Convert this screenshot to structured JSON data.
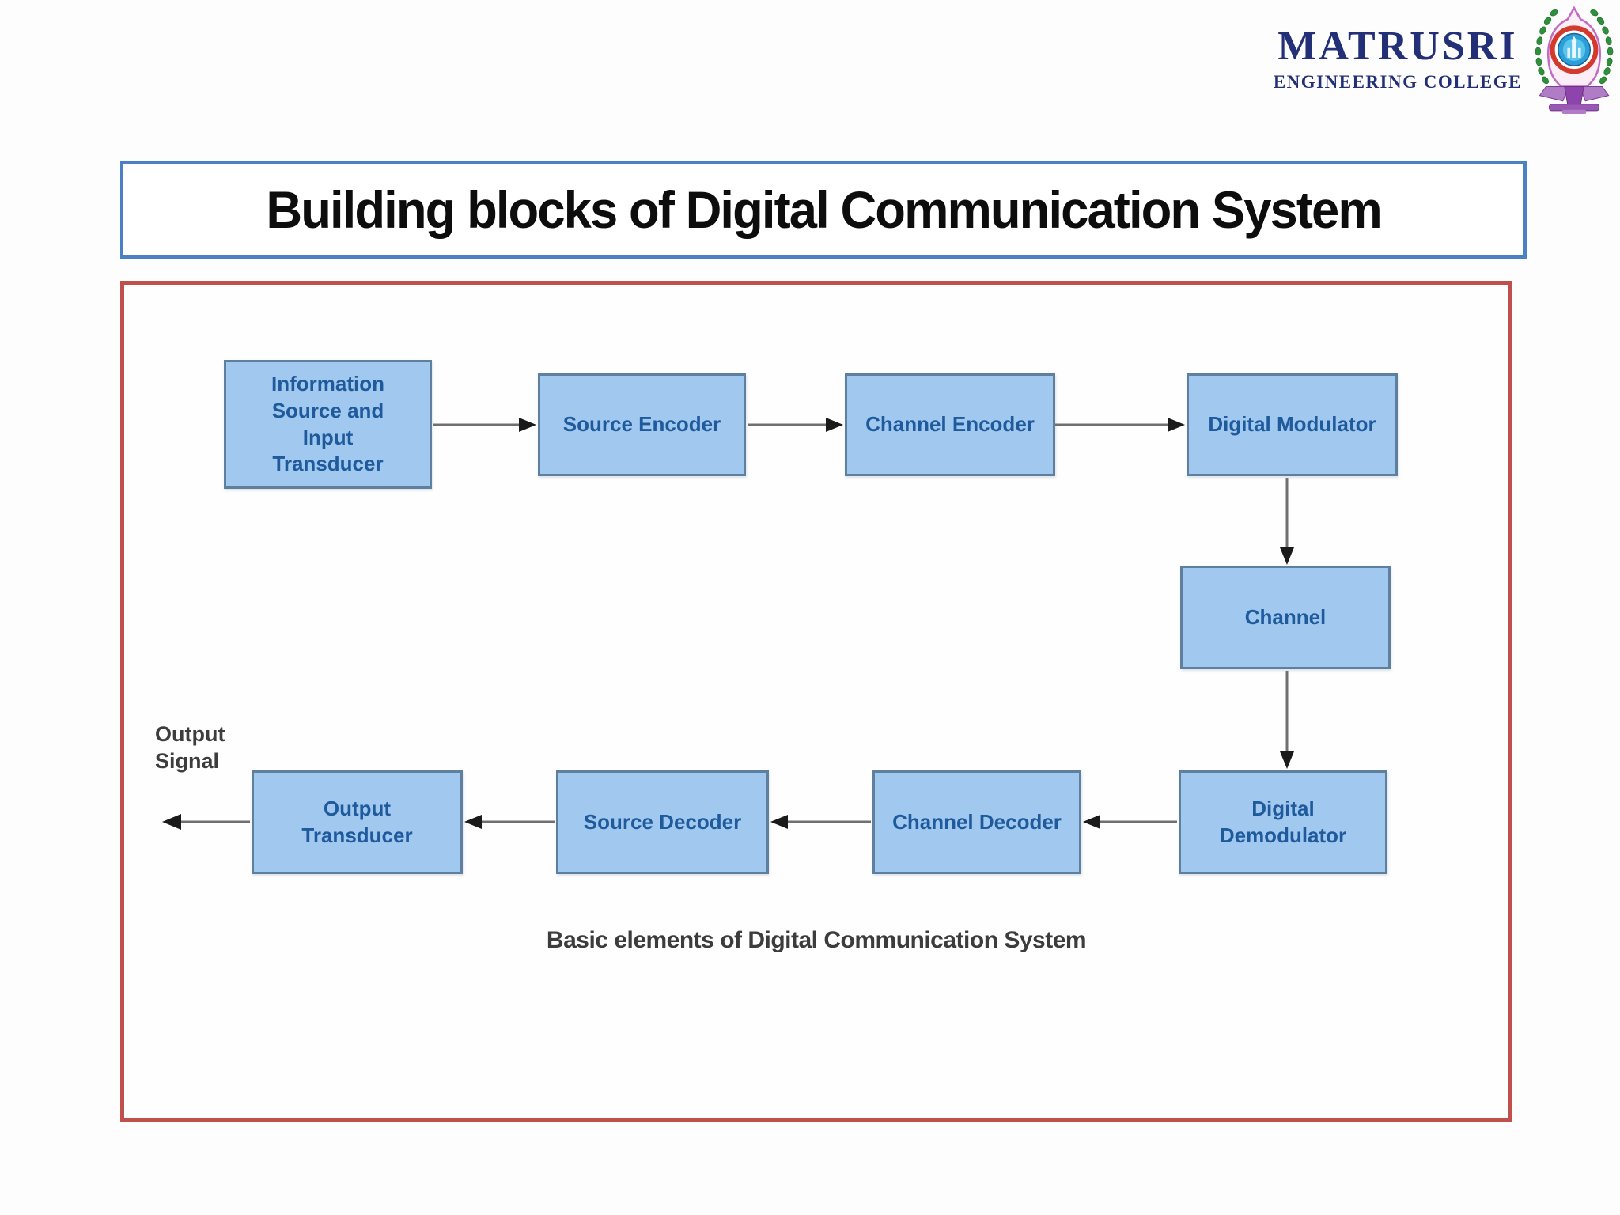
{
  "logo": {
    "name": "MATRUSRI",
    "subtitle": "ENGINEERING COLLEGE",
    "text_color": "#232f77",
    "crest_icon": "college-crest-icon"
  },
  "title": {
    "text": "Building blocks of Digital Communication System",
    "border_color": "#4a81c4",
    "text_color": "#0d0d0d"
  },
  "diagram": {
    "frame_border_color": "#c0504d",
    "block_fill_color": "#a1c8ee",
    "block_border_color": "#5e7f9e",
    "block_text_color": "#1e5a9c",
    "arrow_line_color": "#707070",
    "arrowhead_color": "#1a1a1a",
    "output_signal_label": "Output\nSignal",
    "caption": "Basic elements of Digital Communication System",
    "blocks": [
      {
        "id": "information-source",
        "label": "Information Source and Input Transducer"
      },
      {
        "id": "source-encoder",
        "label": "Source Encoder"
      },
      {
        "id": "channel-encoder",
        "label": "Channel Encoder"
      },
      {
        "id": "digital-modulator",
        "label": "Digital Modulator"
      },
      {
        "id": "channel",
        "label": "Channel"
      },
      {
        "id": "digital-demodulator",
        "label": "Digital Demodulator"
      },
      {
        "id": "channel-decoder",
        "label": "Channel Decoder"
      },
      {
        "id": "source-decoder",
        "label": "Source Decoder"
      },
      {
        "id": "output-transducer",
        "label": "Output Transducer"
      }
    ],
    "edges": [
      {
        "from": "information-source",
        "to": "source-encoder"
      },
      {
        "from": "source-encoder",
        "to": "channel-encoder"
      },
      {
        "from": "channel-encoder",
        "to": "digital-modulator"
      },
      {
        "from": "digital-modulator",
        "to": "channel"
      },
      {
        "from": "channel",
        "to": "digital-demodulator"
      },
      {
        "from": "digital-demodulator",
        "to": "channel-decoder"
      },
      {
        "from": "channel-decoder",
        "to": "source-decoder"
      },
      {
        "from": "source-decoder",
        "to": "output-transducer"
      },
      {
        "from": "output-transducer",
        "to": "output-signal"
      }
    ]
  }
}
